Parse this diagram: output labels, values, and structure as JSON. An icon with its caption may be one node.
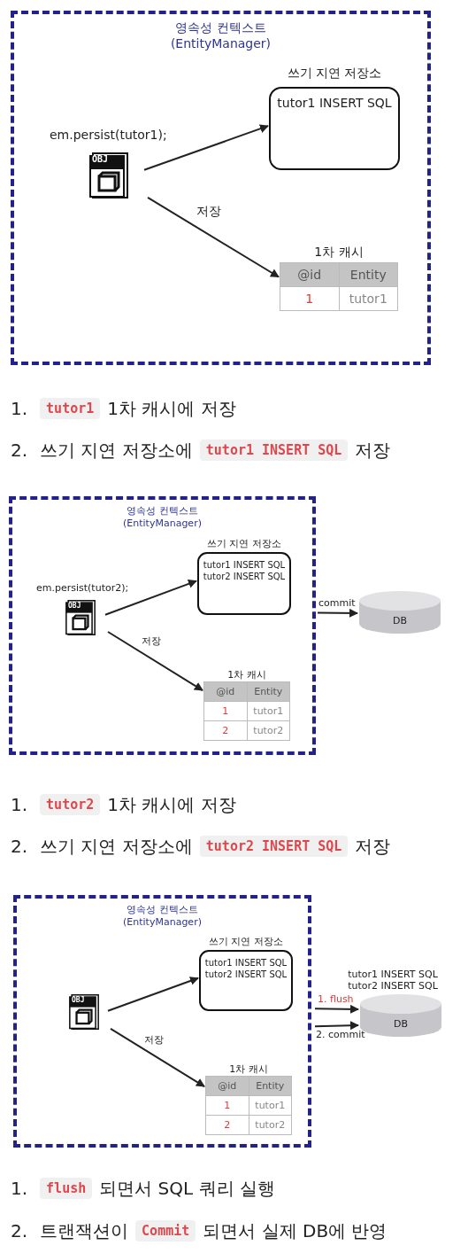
{
  "diagram": {
    "nodes": [
      {
        "text": [
          "영속성 컨텍스트 (EntityManager)"
        ]
      },
      {
        "text": [
          "OBJ"
        ],
        "beside": [
          "em.persist(tutor1);"
        ],
        "in": 0
      },
      {
        "text": [
          "쓰기 지연 저장소",
          "tutor1 INSERT SQL"
        ],
        "in": 0
      },
      {
        "text": [
          "1차 캐시"
        ],
        "in": 0
      },
      {
        "text": [
          "영속성 컨텍스트 (EntityManager)"
        ]
      },
      {
        "text": [
          "OBJ"
        ],
        "beside": [
          "em.persist(tutor2);"
        ],
        "in": 4
      },
      {
        "text": [
          "쓰기 지연 저장소",
          "tutor1 INSERT SQL",
          "tutor2 INSERT SQL"
        ],
        "in": 4
      },
      {
        "text": [
          "1차 캐시"
        ],
        "in": 4
      },
      {
        "text": [
          "DB"
        ]
      },
      {
        "text": [
          "영속성 컨텍스트 (EntityManager)"
        ]
      },
      {
        "text": [
          "OBJ"
        ],
        "in": 9
      },
      {
        "text": [
          "쓰기 지연 저장소",
          "tutor1 INSERT SQL",
          "tutor2 INSERT SQL"
        ],
        "in": 9
      },
      {
        "text": [
          "1차 캐시"
        ],
        "in": 9
      },
      {
        "text": [
          "DB"
        ],
        "beside": [
          "tutor1 INSERT SQL",
          "tutor2 INSERT SQL"
        ]
      }
    ],
    "edges": [
      {
        "from": 1,
        "to": 2,
        "arrow": "to"
      },
      {
        "from": 1,
        "to": 3,
        "arrow": "to",
        "label": "저장"
      },
      {
        "from": 5,
        "to": 6,
        "arrow": "to"
      },
      {
        "from": 5,
        "to": 7,
        "arrow": "to",
        "label": "저장"
      },
      {
        "from": 4,
        "to": 8,
        "arrow": "to",
        "label": "commit"
      },
      {
        "from": 10,
        "to": 11,
        "arrow": "to"
      },
      {
        "from": 10,
        "to": 12,
        "arrow": "to",
        "label": "저장"
      },
      {
        "from": 9,
        "to": 13,
        "arrow": "to",
        "label": "1. flush"
      },
      {
        "from": 9,
        "to": 13,
        "arrow": "to",
        "label": "2. commit"
      }
    ],
    "labels": [
      "@id",
      "Entity",
      "1",
      "tutor1",
      "1.",
      "tutor1",
      "1차 캐시에 저장",
      "2.",
      "쓰기 지연 저장소에",
      "tutor1 INSERT SQL",
      "저장",
      "@id",
      "Entity",
      "1",
      "tutor1",
      "2",
      "tutor2",
      "1.",
      "tutor2",
      "1차 캐시에 저장",
      "2.",
      "쓰기 지연 저장소에",
      "tutor2 INSERT SQL",
      "저장",
      "@id",
      "Entity",
      "1",
      "tutor1",
      "2",
      "tutor2",
      "1.",
      "flush",
      "되면서 SQL 쿼리 실행",
      "2.",
      "트랜잭션이",
      "Commit",
      "되면서 실제 DB에 반영"
    ]
  }
}
